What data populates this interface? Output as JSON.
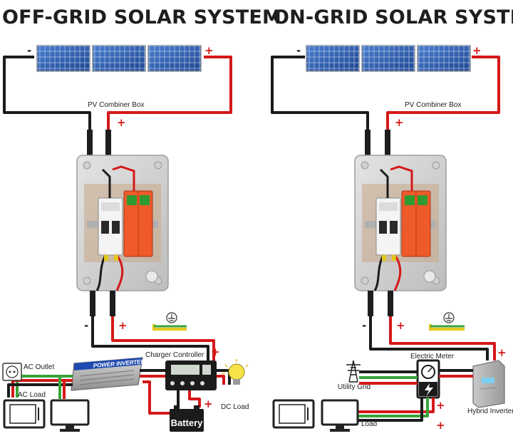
{
  "colors": {
    "positive_wire": "#d41818",
    "negative_wire": "#1b1b1b",
    "ground_wire": "#37a437",
    "panel_blue": "#2c5aa8",
    "box_grey": "#d6d6d6",
    "spd_orange": "#ef5a2a"
  },
  "icons": [
    "solar-panel-icon",
    "combiner-box-icon",
    "ground-symbol-icon",
    "power-inverter-icon",
    "charger-controller-icon",
    "battery-icon",
    "light-bulb-icon",
    "ac-outlet-icon",
    "monitor-icon",
    "utility-grid-tower-icon",
    "electric-meter-icon",
    "hybrid-inverter-icon"
  ],
  "off_grid": {
    "title": "OFF-GRID SOLAR SYSTEM",
    "combiner_label": "PV Combiner Box",
    "minus": "-",
    "plus": "+",
    "inverter_text": "POWER INVERTER",
    "controller_label": "Charger Controller",
    "battery_label": "Battery",
    "dc_load_label": "DC Load",
    "ac_outlet_label": "AC Outlet",
    "ac_load_label": "AC Load"
  },
  "on_grid": {
    "title": "ON-GRID SOLAR SYSTEM",
    "combiner_label": "PV Combiner Box",
    "minus": "-",
    "plus": "+",
    "meter_label": "Electric Meter",
    "utility_label": "Utility Grid",
    "load_label": "Load",
    "hybrid_label": "Hybrid Inverter"
  }
}
